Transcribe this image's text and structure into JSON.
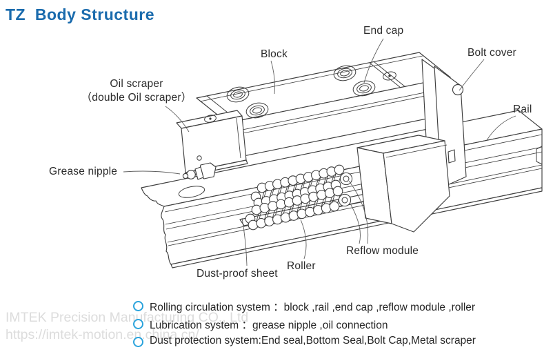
{
  "title": {
    "text": "TZ  Body Structure",
    "color": "#1a6bad"
  },
  "diagram": {
    "line_color": "#3e3e3e",
    "labels": {
      "end_cap": "End cap",
      "block": "Block",
      "bolt_cover": "Bolt cover",
      "oil_scraper_line1": "Oil scraper",
      "oil_scraper_line2": "（double Oil scraper）",
      "rail": "Rail",
      "grease_nipple": "Grease nipple",
      "reflow_module": "Reflow module",
      "roller": "Roller",
      "dust_proof_sheet": "Dust-proof sheet"
    }
  },
  "features": {
    "bullet_color": "#2aa3dc",
    "items": [
      {
        "text": "Rolling circulation system ：block ,rail ,end cap ,reflow module ,roller"
      },
      {
        "text": "Lubrication system ：grease nipple ,oil connection"
      },
      {
        "text": "Dust protection system:End seal,Bottom Seal,Bolt Cap,Metal scraper"
      }
    ]
  },
  "watermark": {
    "line1": "IMTEK Precision Manufacturing CO., Ltd",
    "line2": "https://imtek-motion.en.china.cn/",
    "color": "#dcdcdc"
  }
}
